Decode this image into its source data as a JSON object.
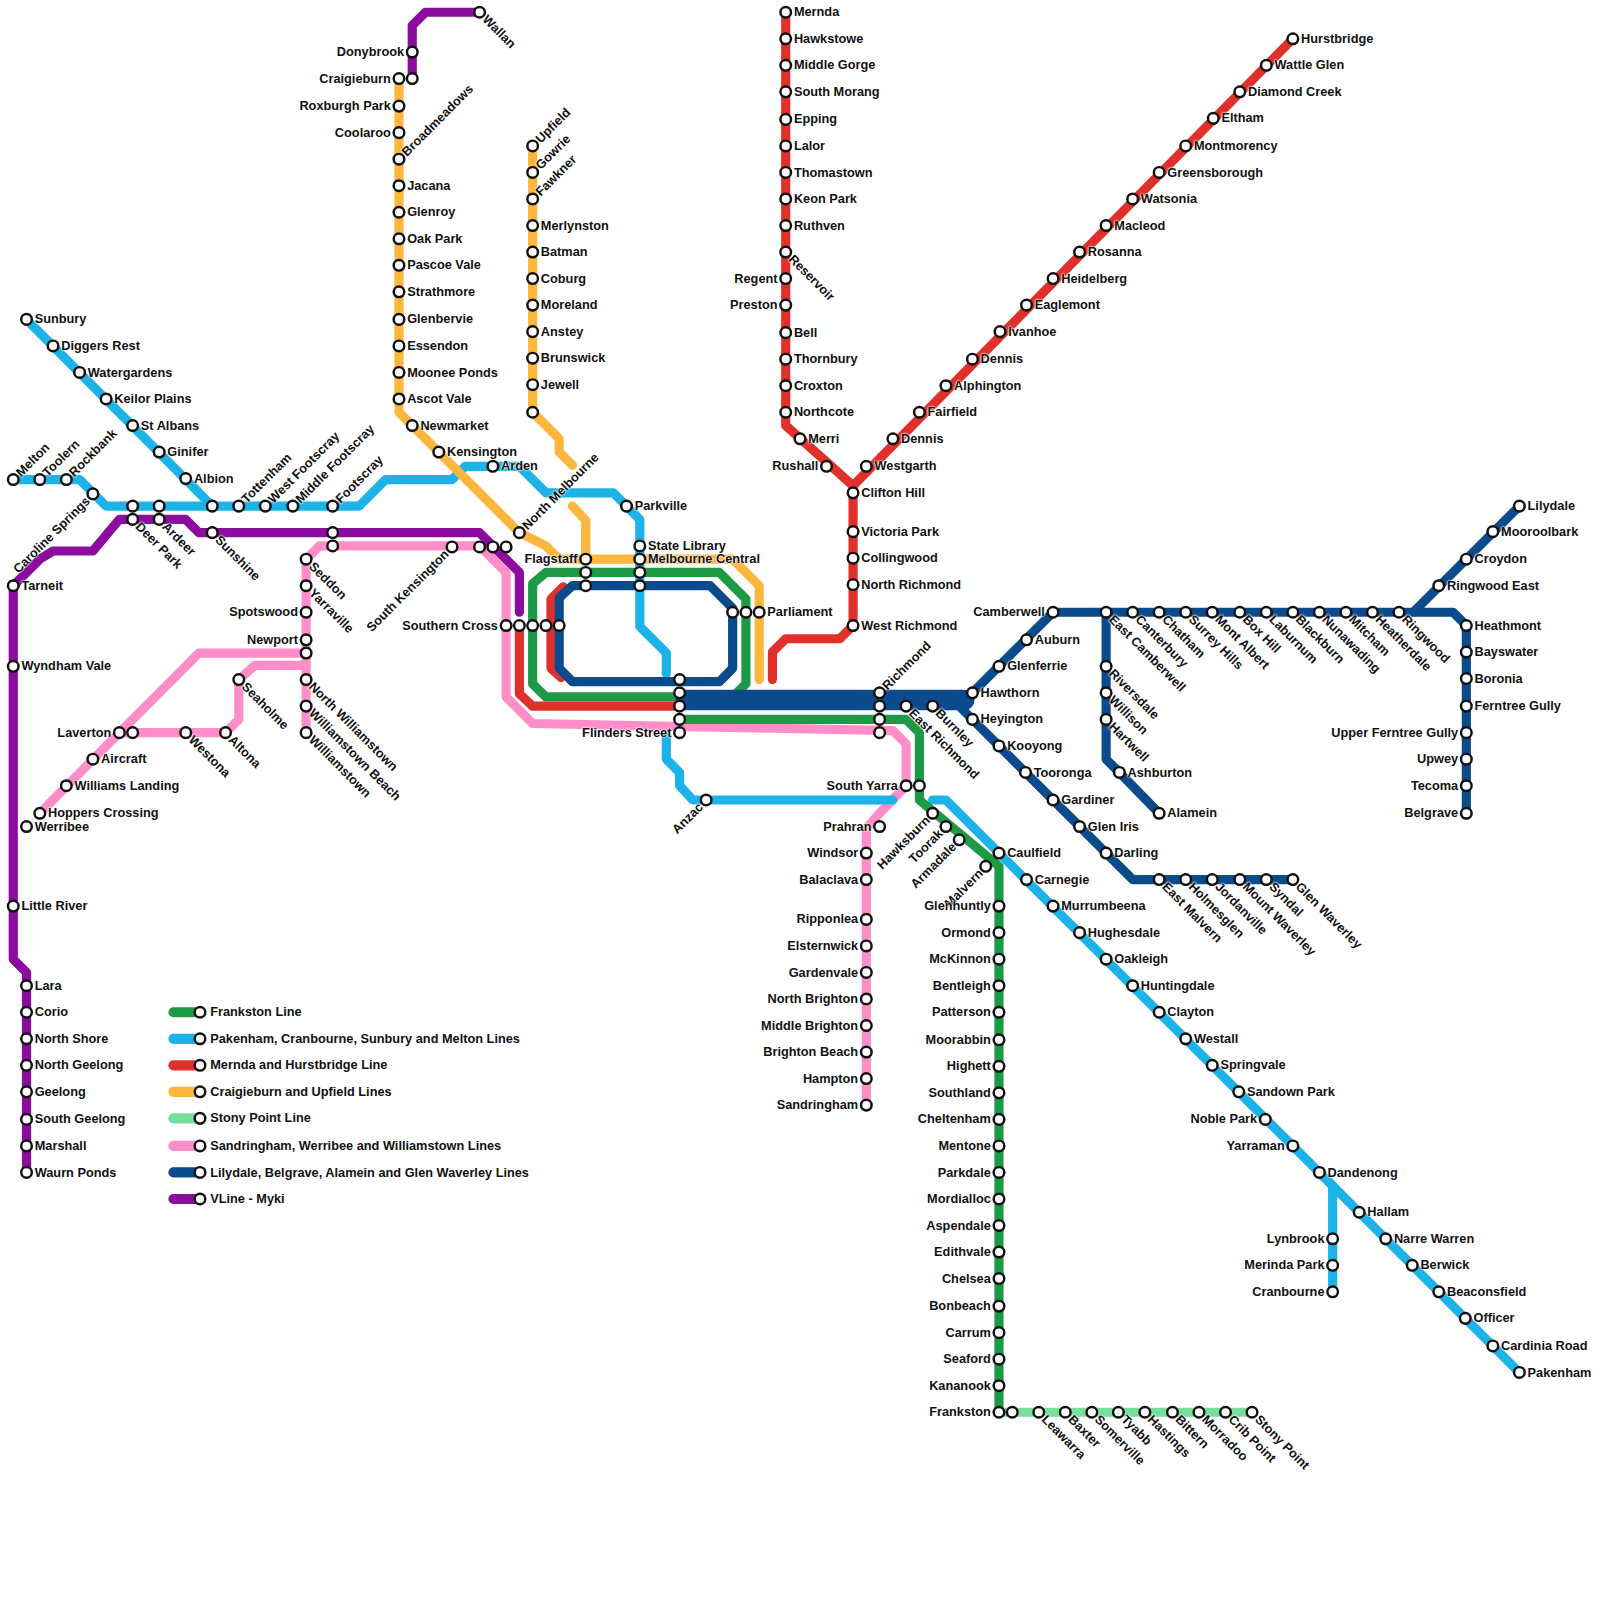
{
  "diagram": {
    "labels": [
      "Mernda",
      "Hawkstowe",
      "Middle Gorge",
      "South Morang",
      "Epping",
      "Lalor",
      "Thomastown",
      "Keon Park",
      "Ruthven",
      "Reservoir",
      "Regent",
      "Preston",
      "Bell",
      "Thornbury",
      "Croxton",
      "Northcote",
      "Merri",
      "Rushall",
      "Westgarth",
      "Clifton Hill",
      "Victoria Park",
      "Collingwood",
      "North Richmond",
      "West Richmond",
      "Dennis",
      "Fairfield",
      "Alphington",
      "Dennis",
      "Ivanhoe",
      "Eaglemont",
      "Heidelberg",
      "Rosanna",
      "Macleod",
      "Watsonia",
      "Greensborough",
      "Montmorency",
      "Eltham",
      "Diamond Creek",
      "Wattle Glen",
      "Hurstbridge",
      "Wallan",
      "Donybrook",
      "Craigieburn",
      "Roxburgh Park",
      "Coolaroo",
      "Broadmeadows",
      "Jacana",
      "Glenroy",
      "Oak Park",
      "Pascoe Vale",
      "Strathmore",
      "Glenbervie",
      "Essendon",
      "Moonee Ponds",
      "Ascot Vale",
      "Newmarket",
      "Kensington",
      "Arden",
      "North Melbourne",
      "Upfield",
      "Gowrie",
      "Fawkner",
      "Merlynston",
      "Batman",
      "Coburg",
      "Moreland",
      "Anstey",
      "Brunswick",
      "Jewell",
      "Parkville",
      "State Library",
      "Melbourne Central",
      "Flagstaff",
      "Parliament",
      "Southern Cross",
      "Flinders Street",
      "South Kensington",
      "Richmond",
      "East Richmond",
      "Burnley",
      "Hawthorn",
      "Glenferrie",
      "Auburn",
      "Camberwell",
      "East Camberwell",
      "Canterbury",
      "Chatham",
      "Surrey Hills",
      "Mont Albert",
      "Box Hill",
      "Laburnum",
      "Blackburn",
      "Nunawading",
      "Mitcham",
      "Heatherdale",
      "Ringwood",
      "Ringwood East",
      "Croydon",
      "Mooroolbark",
      "Lilydale",
      "Heathmont",
      "Bayswater",
      "Boronia",
      "Ferntree Gully",
      "Upper Ferntree Gully",
      "Upwey",
      "Tecoma",
      "Belgrave",
      "Riversdale",
      "Willison",
      "Hartwell",
      "Ashburton",
      "Alamein",
      "Heyington",
      "Kooyong",
      "Tooronga",
      "Gardiner",
      "Glen Iris",
      "Darling",
      "East Malvern",
      "Holmesglen",
      "Jordanville",
      "Mount Waverley",
      "Syndal",
      "Glen Waverley",
      "South Yarra",
      "Prahran",
      "Windsor",
      "Balaclava",
      "Ripponlea",
      "Elsternwick",
      "Gardenvale",
      "North Brighton",
      "Middle Brighton",
      "Brighton Beach",
      "Hampton",
      "Sandringham",
      "Hawksburn",
      "Toorak",
      "Armadale",
      "Malvern",
      "Caulfield",
      "Carnegie",
      "Murrumbeena",
      "Hughesdale",
      "Oakleigh",
      "Huntingdale",
      "Clayton",
      "Westall",
      "Springvale",
      "Sandown Park",
      "Noble Park",
      "Yarraman",
      "Dandenong",
      "Hallam",
      "Narre Warren",
      "Berwick",
      "Beaconsfield",
      "Officer",
      "Cardinia Road",
      "Pakenham",
      "Lynbrook",
      "Merinda Park",
      "Cranbourne",
      "Glenhuntly",
      "Ormond",
      "McKinnon",
      "Bentleigh",
      "Patterson",
      "Moorabbin",
      "Highett",
      "Southland",
      "Cheltenham",
      "Mentone",
      "Parkdale",
      "Mordialloc",
      "Aspendale",
      "Edithvale",
      "Chelsea",
      "Bonbeach",
      "Carrum",
      "Seaford",
      "Kananook",
      "Frankston",
      "Leawarra",
      "Baxter",
      "Somerville",
      "Tyabb",
      "Hastings",
      "Bittern",
      "Morradoo",
      "Crib Point",
      "Stony Point",
      "Anzac",
      "Sunbury",
      "Diggers Rest",
      "Watergardens",
      "Keilor Plains",
      "St Albans",
      "Ginifer",
      "Albion",
      "Melton",
      "Toolern",
      "Rockbank",
      "Caroline Springs",
      "Deer Park",
      "Ardeer",
      "Sunshine",
      "Tottenham",
      "West Footscray",
      "Middle Footscray",
      "Footscray",
      "Seddon",
      "Yarraville",
      "Spotswood",
      "Newport",
      "North Williamstown",
      "Williamstown Beach",
      "Williamstown",
      "Seaholme",
      "Altona",
      "Westona",
      "Laverton",
      "Aircraft",
      "Williams Landing",
      "Hoppers Crossing",
      "Werribee",
      "Tarneit",
      "Wyndham Vale",
      "Little River",
      "Lara",
      "Corio",
      "North Shore",
      "North Geelong",
      "Geelong",
      "South Geelong",
      "Marshall",
      "Waurn Ponds"
    ],
    "legend": [
      {
        "text": "Frankston Line",
        "color": "#1e9a46"
      },
      {
        "text": "Pakenham, Cranbourne, Sunbury and Melton Lines",
        "color": "#1cb3e8"
      },
      {
        "text": "Mernda and Hurstbridge Line",
        "color": "#e0302b"
      },
      {
        "text": "Craigieburn and Upfield Lines",
        "color": "#fdb73f"
      },
      {
        "text": "Stony Point Line",
        "color": "#76e09a"
      },
      {
        "text": "Sandringham, Werribee and Williamstown Lines",
        "color": "#ff8ec8"
      },
      {
        "text": "Lilydale, Belgrave, Alamein and Glen Waverley Lines",
        "color": "#0b4b8c"
      },
      {
        "text": "VLine - Myki",
        "color": "#8b0d9e"
      }
    ]
  }
}
